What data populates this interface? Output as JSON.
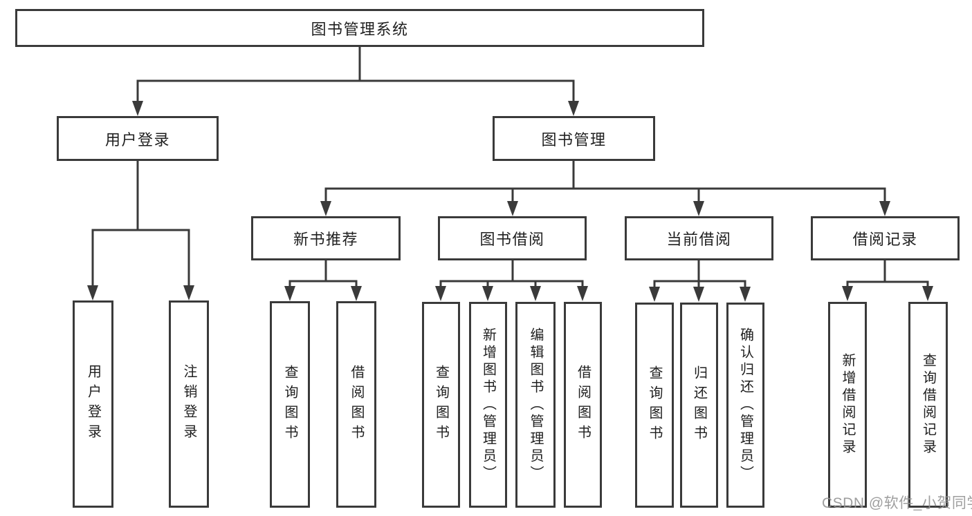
{
  "tree": {
    "label": "图书管理系统",
    "children": [
      {
        "label": "用户登录",
        "children": [
          {
            "label": "用户登录"
          },
          {
            "label": "注销登录"
          }
        ]
      },
      {
        "label": "图书管理",
        "children": [
          {
            "label": "新书推荐",
            "children": [
              {
                "label": "查询图书"
              },
              {
                "label": "借阅图书"
              }
            ]
          },
          {
            "label": "图书借阅",
            "children": [
              {
                "label": "查询图书"
              },
              {
                "label": "新增图书（管理员）"
              },
              {
                "label": "编辑图书（管理员）"
              },
              {
                "label": "借阅图书"
              }
            ]
          },
          {
            "label": "当前借阅",
            "children": [
              {
                "label": "查询图书"
              },
              {
                "label": "归还图书"
              },
              {
                "label": "确认归还（管理员）"
              }
            ]
          },
          {
            "label": "借阅记录",
            "children": [
              {
                "label": "新增借阅记录"
              },
              {
                "label": "查询借阅记录"
              }
            ]
          }
        ]
      }
    ]
  },
  "watermark": "CSDN @软件_小贺同学",
  "colors": {
    "line": "#3a3a3a",
    "text": "#1f1f1f",
    "background": "#ffffff",
    "watermark": "#949494"
  }
}
